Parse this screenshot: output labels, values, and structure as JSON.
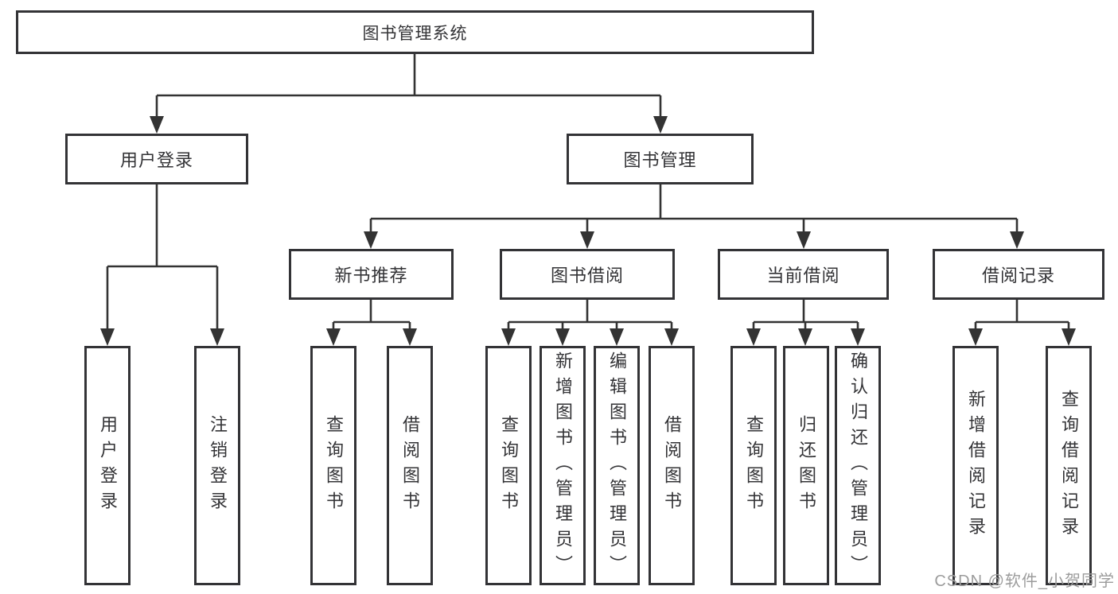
{
  "diagram": {
    "type": "hierarchy",
    "tree": {
      "label": "图书管理系统",
      "children": [
        {
          "label": "用户登录",
          "children": [
            {
              "label": "用户登录"
            },
            {
              "label": "注销登录"
            }
          ]
        },
        {
          "label": "图书管理",
          "children": [
            {
              "label": "新书推荐",
              "children": [
                {
                  "label": "查询图书"
                },
                {
                  "label": "借阅图书"
                }
              ]
            },
            {
              "label": "图书借阅",
              "children": [
                {
                  "label": "查询图书"
                },
                {
                  "label": "新增图书（管理员）"
                },
                {
                  "label": "编辑图书（管理员）"
                },
                {
                  "label": "借阅图书"
                }
              ]
            },
            {
              "label": "当前借阅",
              "children": [
                {
                  "label": "查询图书"
                },
                {
                  "label": "归还图书"
                },
                {
                  "label": "确认归还（管理员）"
                }
              ]
            },
            {
              "label": "借阅记录",
              "children": [
                {
                  "label": "新增借阅记录"
                },
                {
                  "label": "查询借阅记录"
                }
              ]
            }
          ]
        }
      ]
    },
    "watermark": "CSDN @软件_小贺同学",
    "colors": {
      "line": "#333333",
      "box_border": "#333336",
      "text": "#333336",
      "watermark": "#9c9c9c",
      "background": "#ffffff"
    }
  }
}
